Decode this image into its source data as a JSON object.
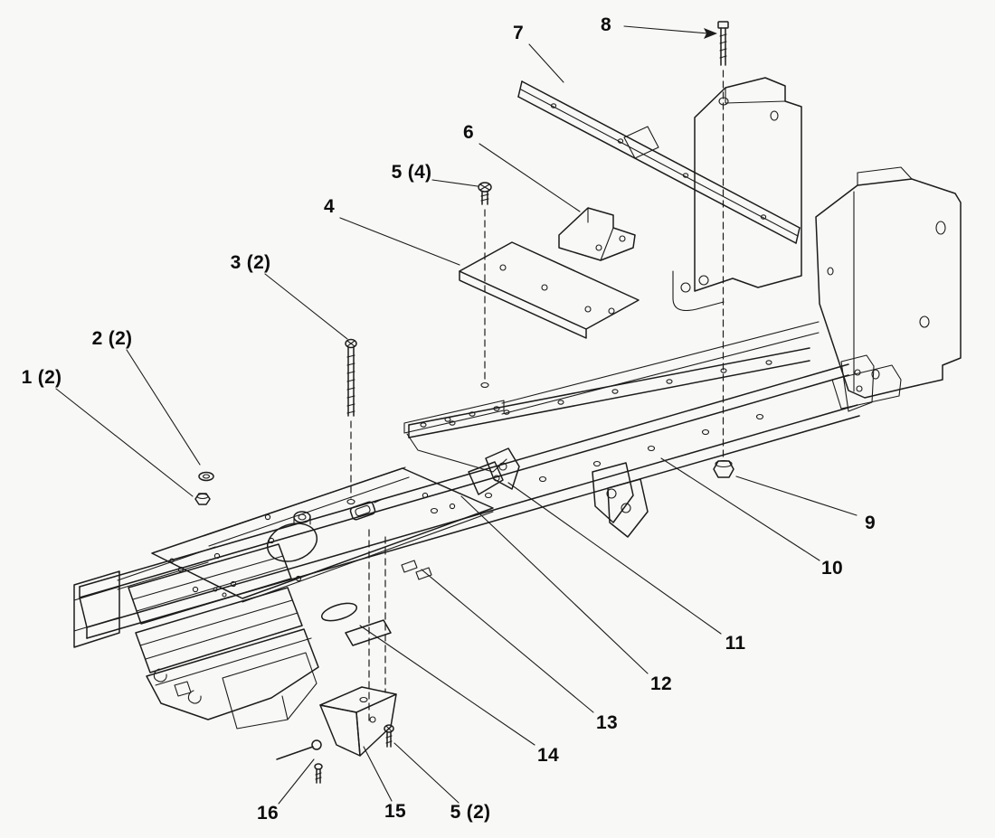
{
  "diagram": {
    "type": "exploded-parts-diagram",
    "subject": "frame-assembly",
    "colors": {
      "line": "#1c1c1c",
      "background": "#f8f8f6"
    },
    "callouts": [
      {
        "id": "1",
        "label": "1 (2)"
      },
      {
        "id": "2",
        "label": "2 (2)"
      },
      {
        "id": "3",
        "label": "3 (2)"
      },
      {
        "id": "4",
        "label": "4"
      },
      {
        "id": "5a",
        "label": "5 (4)"
      },
      {
        "id": "6",
        "label": "6"
      },
      {
        "id": "7",
        "label": "7"
      },
      {
        "id": "8",
        "label": "8"
      },
      {
        "id": "9",
        "label": "9"
      },
      {
        "id": "10",
        "label": "10"
      },
      {
        "id": "11",
        "label": "11"
      },
      {
        "id": "12",
        "label": "12"
      },
      {
        "id": "13",
        "label": "13"
      },
      {
        "id": "14",
        "label": "14"
      },
      {
        "id": "15",
        "label": "15"
      },
      {
        "id": "16",
        "label": "16"
      },
      {
        "id": "5b",
        "label": "5 (2)"
      }
    ]
  }
}
